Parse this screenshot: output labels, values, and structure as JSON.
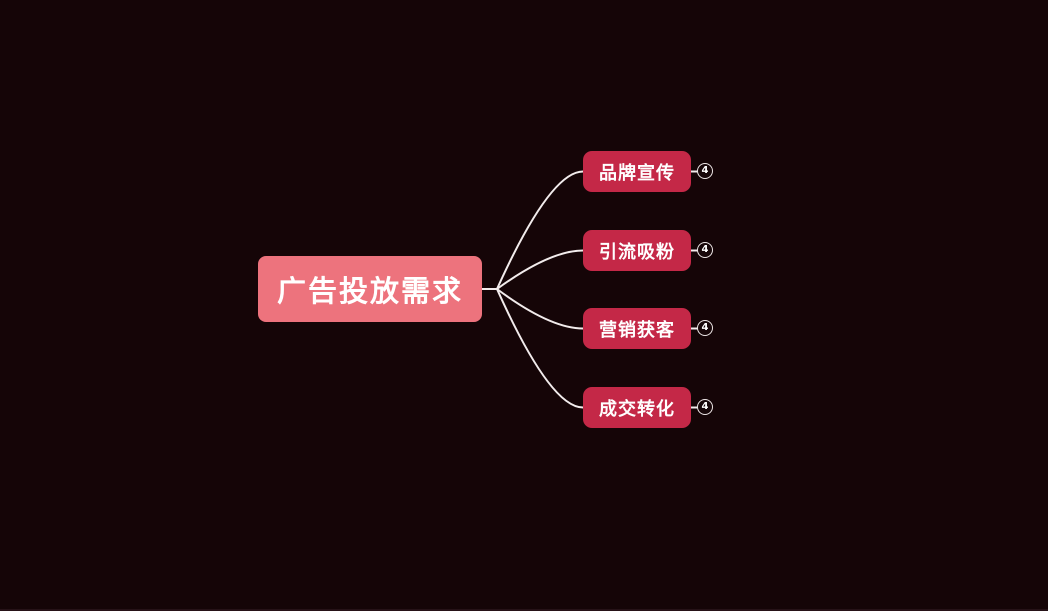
{
  "canvas": {
    "background_color": "#150507"
  },
  "mindmap": {
    "root": {
      "label": "广告投放需求",
      "fill_color": "#ED737D",
      "text_color": "#FFFFFF"
    },
    "children": [
      {
        "label": "品牌宣传",
        "badge_count": "4"
      },
      {
        "label": "引流吸粉",
        "badge_count": "4"
      },
      {
        "label": "营销获客",
        "badge_count": "4"
      },
      {
        "label": "成交转化",
        "badge_count": "4"
      }
    ],
    "child_fill_color": "#C42847",
    "child_text_color": "#FFFFFF",
    "line_color": "#F2ECEC",
    "badge": {
      "fill_color": "#170709",
      "border_color": "#ECE5E5",
      "text_color": "#FFFFFF"
    }
  }
}
